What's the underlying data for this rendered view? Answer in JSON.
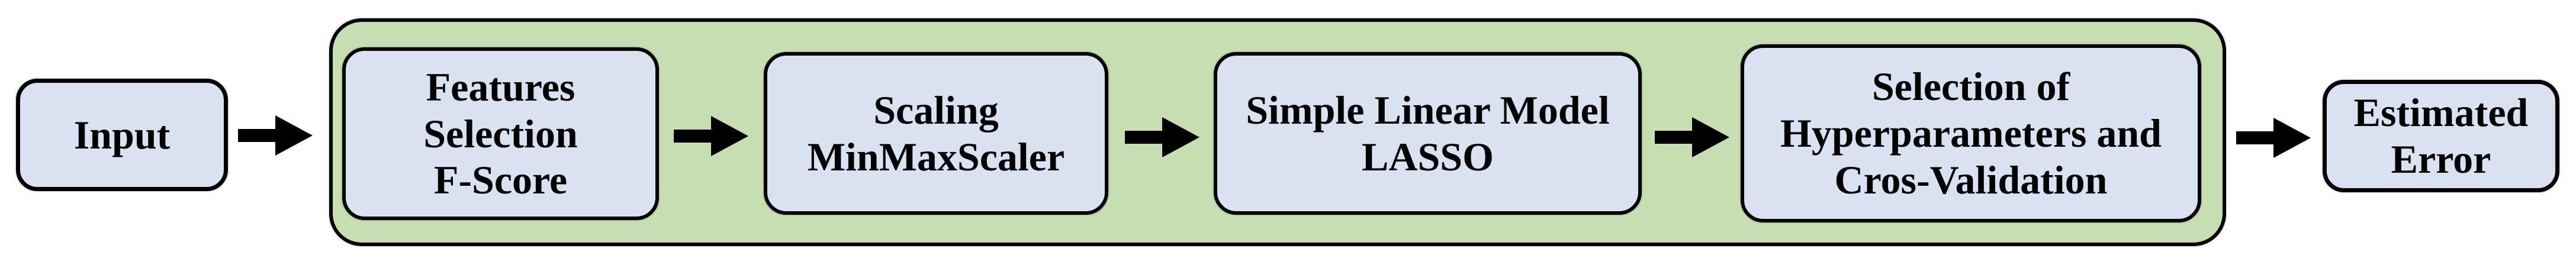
{
  "colors": {
    "bg": "#ffffff",
    "node_fill": "#dae1f1",
    "container_fill": "#c6deb2",
    "ink": "#000000",
    "arrow": "#000000"
  },
  "diagram": {
    "type": "flowchart",
    "direction": "left-to-right",
    "container_wraps_steps": [
      1,
      2,
      3,
      4
    ]
  },
  "nodes": {
    "input": {
      "lines": [
        "Input"
      ]
    },
    "step1": {
      "lines": [
        "Features",
        "Selection",
        "F-Score"
      ]
    },
    "step2": {
      "lines": [
        "Scaling",
        "MinMaxScaler"
      ]
    },
    "step3": {
      "lines": [
        "Simple Linear Model",
        "LASSO"
      ]
    },
    "step4": {
      "lines": [
        "Selection of",
        "Hyperparameters and",
        "Cros-Validation"
      ]
    },
    "output": {
      "lines": [
        "Estimated",
        "Error"
      ]
    }
  }
}
